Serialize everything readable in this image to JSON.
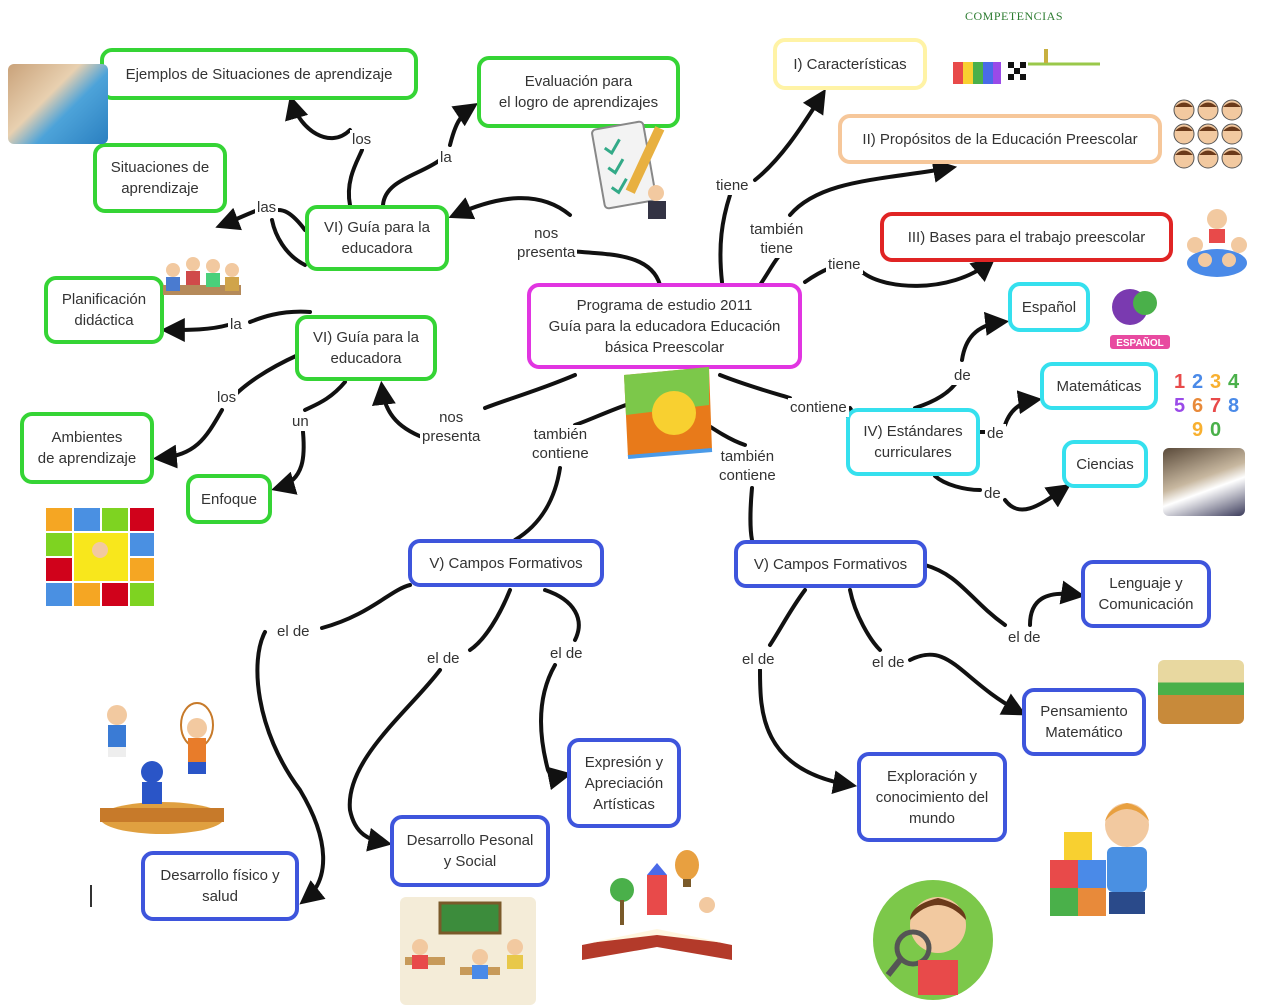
{
  "colors": {
    "green": "#35d435",
    "yellow": "#fff3a6",
    "peach": "#f6c79a",
    "red": "#e02424",
    "cyan": "#35e0ee",
    "blue": "#3e55dc",
    "magenta": "#e135e1",
    "line": "#111111"
  },
  "header": {
    "note": "COMPETENCIAS"
  },
  "nodes": {
    "center": {
      "text": "Programa de estudio 2011\nGuía para la educadora Educación\nbásica Preescolar"
    },
    "ejemplos": {
      "text": "Ejemplos de Situaciones de aprendizaje"
    },
    "evaluacion": {
      "text": "Evaluación para\nel logro de aprendizajes"
    },
    "situaciones": {
      "text": "Situaciones de\naprendizaje"
    },
    "guia1": {
      "text": "VI) Guía para la\neducadora"
    },
    "planificacion": {
      "text": "Planificación\ndidáctica"
    },
    "guia2": {
      "text": "VI) Guía para la\neducadora"
    },
    "ambientes": {
      "text": "Ambientes\nde aprendizaje"
    },
    "enfoque": {
      "text": "Enfoque"
    },
    "caracteristicas": {
      "text": "I) Características"
    },
    "propositos": {
      "text": "II) Propósitos de la Educación Preescolar"
    },
    "bases": {
      "text": "III) Bases para el trabajo preescolar"
    },
    "espanol": {
      "text": "Español"
    },
    "matematicas": {
      "text": "Matemáticas"
    },
    "ciencias": {
      "text": "Ciencias"
    },
    "estandares": {
      "text": "IV) Estándares\ncurriculares"
    },
    "campos1": {
      "text": "V) Campos Formativos"
    },
    "campos2": {
      "text": "V) Campos Formativos"
    },
    "lenguaje": {
      "text": "Lenguaje y\nComunicación"
    },
    "pensamiento": {
      "text": "Pensamiento\nMatemático"
    },
    "exploracion": {
      "text": "Exploración y\nconocimiento del\nmundo"
    },
    "expresion": {
      "text": "Expresión y\nApreciación\nArtísticas"
    },
    "desarrollo_personal": {
      "text": "Desarrollo Pesonal\ny Social"
    },
    "desarrollo_fisico": {
      "text": "Desarrollo físico y\nsalud"
    }
  },
  "links": {
    "los1": "los",
    "la1": "la",
    "las1": "las",
    "nos_presenta1": "nos\npresenta",
    "la2": "la",
    "los2": "los",
    "un": "un",
    "nos_presenta2": "nos\npresenta",
    "tiene1": "tiene",
    "tambien_tiene": "también\ntiene",
    "tiene2": "tiene",
    "contiene": "contiene",
    "de1": "de",
    "de2": "de",
    "de3": "de",
    "tambien_contiene1": "también\ncontiene",
    "tambien_contiene2": "también\ncontiene",
    "el_de1": "el de",
    "el_de2": "el de",
    "el_de3": "el de",
    "el_de4": "el de",
    "el_de5": "el de",
    "el_de6": "el de"
  },
  "images": {
    "puzzle": "puzzle-pieces-image",
    "checklist": "checklist-pencil-image",
    "meeting": "teachers-meeting-image",
    "hopscotch": "hopscotch-image",
    "jumping": "children-jumping-image",
    "classroom": "classroom-image",
    "book": "pop-up-book-image",
    "magnifier": "child-magnifier-image",
    "blocks": "child-blocks-image",
    "ruler": "colors-ruler-image",
    "faces": "faces-grid-image",
    "circle": "children-circle-image",
    "espanol_logo": "espanol-logo-image",
    "numbers": "colored-numbers-image",
    "science": "science-class-image",
    "class_photo": "classroom-photo-image",
    "cover": "program-cover-image"
  }
}
